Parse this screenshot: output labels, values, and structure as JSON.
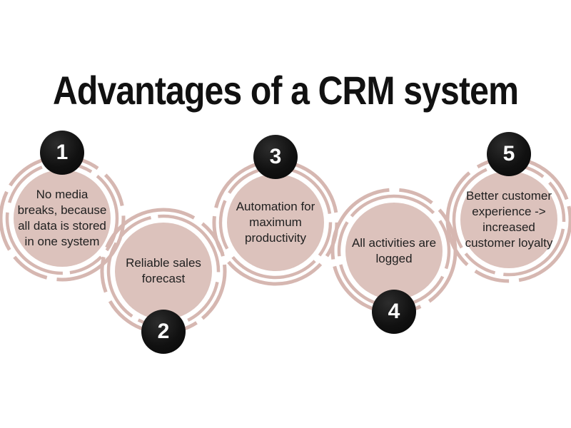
{
  "title": "Advantages of a CRM system",
  "items": [
    {
      "number": "1",
      "text": "No media breaks, because all data is stored in one system",
      "badge_position": "top"
    },
    {
      "number": "2",
      "text": "Reliable sales forecast",
      "badge_position": "bottom"
    },
    {
      "number": "3",
      "text": "Automation for maximum productivity",
      "badge_position": "top"
    },
    {
      "number": "4",
      "text": "All activities are logged",
      "badge_position": "bottom"
    },
    {
      "number": "5",
      "text": "Better customer experience -> increased customer loyalty",
      "badge_position": "top"
    }
  ],
  "colors": {
    "background": "#ffffff",
    "title_text": "#111111",
    "circle_fill": "#dcc2bc",
    "ring_stroke": "#d6b7b1",
    "badge_fill": "#111111",
    "badge_text": "#ffffff",
    "circle_text": "#1f1f1f"
  }
}
